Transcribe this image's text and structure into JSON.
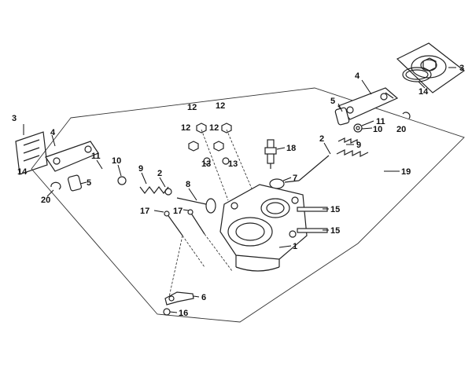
{
  "callouts": [
    {
      "id": "c-3-right",
      "text": "3"
    },
    {
      "id": "c-14-right",
      "text": "14"
    },
    {
      "id": "c-4-right",
      "text": "4"
    },
    {
      "id": "c-5-right",
      "text": "5"
    },
    {
      "id": "c-11-right",
      "text": "11"
    },
    {
      "id": "c-10-right",
      "text": "10"
    },
    {
      "id": "c-20-right",
      "text": "20"
    },
    {
      "id": "c-9-right",
      "text": "9"
    },
    {
      "id": "c-2-right",
      "text": "2"
    },
    {
      "id": "c-7",
      "text": "7"
    },
    {
      "id": "c-19",
      "text": "19"
    },
    {
      "id": "c-18",
      "text": "18"
    },
    {
      "id": "c-12-a",
      "text": "12"
    },
    {
      "id": "c-12-b",
      "text": "12"
    },
    {
      "id": "c-12-c",
      "text": "12"
    },
    {
      "id": "c-12-d",
      "text": "12"
    },
    {
      "id": "c-13-a",
      "text": "13"
    },
    {
      "id": "c-13-b",
      "text": "13"
    },
    {
      "id": "c-3-left",
      "text": "3"
    },
    {
      "id": "c-4-left",
      "text": "4"
    },
    {
      "id": "c-14-left",
      "text": "14"
    },
    {
      "id": "c-11-left",
      "text": "11"
    },
    {
      "id": "c-10-left",
      "text": "10"
    },
    {
      "id": "c-9-left",
      "text": "9"
    },
    {
      "id": "c-2-left",
      "text": "2"
    },
    {
      "id": "c-8",
      "text": "8"
    },
    {
      "id": "c-5-left",
      "text": "5"
    },
    {
      "id": "c-20-left",
      "text": "20"
    },
    {
      "id": "c-17-a",
      "text": "17"
    },
    {
      "id": "c-17-b",
      "text": "17"
    },
    {
      "id": "c-15-a",
      "text": "15"
    },
    {
      "id": "c-15-b",
      "text": "15"
    },
    {
      "id": "c-1",
      "text": "1"
    },
    {
      "id": "c-6",
      "text": "6"
    },
    {
      "id": "c-16",
      "text": "16"
    }
  ]
}
